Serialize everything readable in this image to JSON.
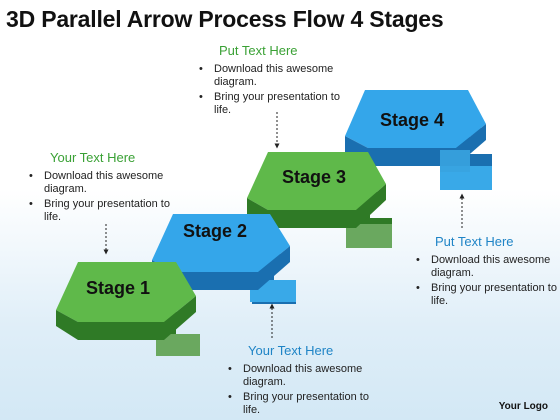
{
  "title": "3D Parallel Arrow Process Flow 4 Stages",
  "colors": {
    "green_top": "#5fb94a",
    "green_side": "#2f7a26",
    "blue_top": "#34a6ea",
    "blue_side": "#1a6fb0",
    "heading_green": "#3aa135",
    "heading_blue": "#1f84c6"
  },
  "stages": [
    {
      "label": "Stage 1",
      "color": "green"
    },
    {
      "label": "Stage 2",
      "color": "blue"
    },
    {
      "label": "Stage 3",
      "color": "green"
    },
    {
      "label": "Stage 4",
      "color": "blue"
    }
  ],
  "callouts": {
    "top": {
      "heading": "Put Text Here",
      "bullets": [
        "Download this awesome diagram.",
        "Bring your presentation to life."
      ]
    },
    "left": {
      "heading": "Your Text Here",
      "bullets": [
        "Download this awesome diagram.",
        "Bring your presentation to life."
      ]
    },
    "right": {
      "heading": "Put Text Here",
      "bullets": [
        "Download this awesome diagram.",
        "Bring your presentation to life."
      ]
    },
    "bottom": {
      "heading": "Your Text Here",
      "bullets": [
        "Download this awesome diagram.",
        "Bring your presentation to life."
      ]
    }
  },
  "logo": "Your Logo"
}
